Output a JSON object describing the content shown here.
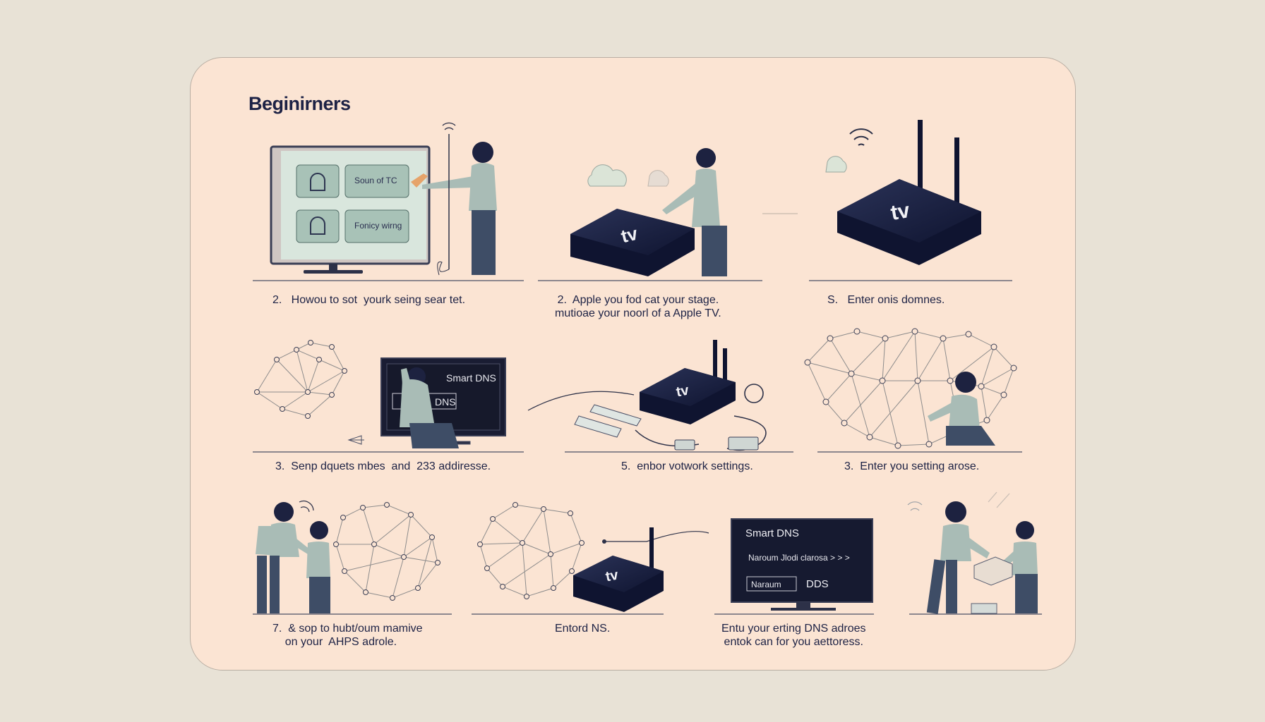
{
  "heading": "Beginirners",
  "rows": [
    {
      "captions": [
        {
          "id": "r1c1",
          "text": "2.   Howou to sot  yourk seing sear tet."
        },
        {
          "id": "r1c2",
          "text": "2.  Apple you fod cat your stage.\nmutioae your noorl of a Apple TV."
        },
        {
          "id": "r1c3",
          "text": "S.   Enter onis domnes."
        }
      ]
    },
    {
      "captions": [
        {
          "id": "r2c1",
          "text": "3.  Senp dquets mbes  and  233 addiresse."
        },
        {
          "id": "r2c2",
          "text": "5.  enbor votwork settings."
        },
        {
          "id": "r2c3",
          "text": "3.  Enter you setting arose."
        }
      ]
    },
    {
      "captions": [
        {
          "id": "r3c1",
          "text": "7.  & sop to hubt/oum mamive\n    on your  AHPS adrole."
        },
        {
          "id": "r3c2",
          "text": "Entord NS."
        },
        {
          "id": "r3c3",
          "text": "Entu your erting DNS adroes\nentok can for you aettoress."
        }
      ]
    }
  ],
  "screens": {
    "panel_1_tile_a": "Soun of TC",
    "panel_1_tile_b": "Fonicy wirng",
    "panel_4_line_1": "Smart DNS",
    "panel_4_line_2": "DNS",
    "panel_8_line_1": "Smart DNS",
    "panel_8_line_2": "Naroum Jlodi clarosa > > >",
    "panel_8_line_3a": "Naraum",
    "panel_8_line_3b": "DDS"
  },
  "device_label": "tv",
  "colors": {
    "background": "#e8e2d6",
    "card": "#fbe4d3",
    "ink": "#1d2245",
    "device": "#141a33",
    "shirt": "#a9bcb6",
    "pants": "#3e4d66"
  }
}
